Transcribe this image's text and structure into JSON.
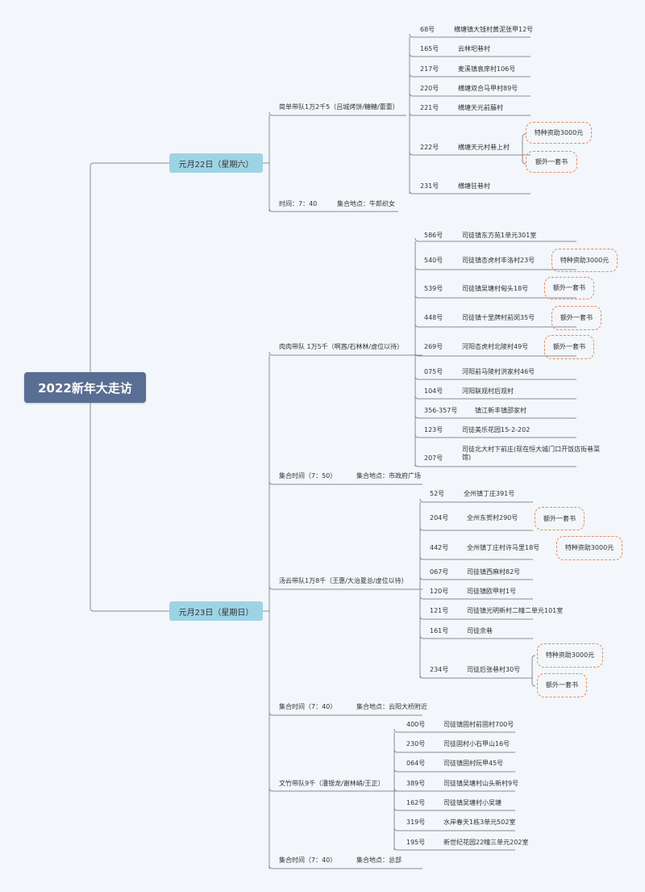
{
  "root": "2022新年大走访",
  "days": [
    {
      "label": "元月22日（星期六）",
      "teams": [
        {
          "label": "简单带队1万2千5（吕城烤饼/糖糖/蕾蕾）",
          "items": [
            {
              "num": "68号",
              "addr": "横塘镇大钱村黄泥张甲12号",
              "tags": []
            },
            {
              "num": "165号",
              "addr": "云林圯巷村",
              "tags": []
            },
            {
              "num": "217号",
              "addr": "麦溪镇袁庠村106号",
              "tags": []
            },
            {
              "num": "220号",
              "addr": "横塘双合马甲村89号",
              "tags": []
            },
            {
              "num": "221号",
              "addr": "横塘天元前藤村",
              "tags": []
            },
            {
              "num": "222号",
              "addr": "横塘天元村巷上村",
              "tags": [
                "特种资助3000元",
                "额外一套书"
              ]
            },
            {
              "num": "231号",
              "addr": "横塘驻巷村",
              "tags": []
            }
          ]
        }
      ],
      "meet": {
        "time": "时间：7：40",
        "place": "集合地点：牛郎织女"
      }
    },
    {
      "label": "元月23日（星期日）",
      "teams": [
        {
          "label": "肉肉带队 1万5千（啊茜/石林林/虚位以待）",
          "items": [
            {
              "num": "586号",
              "addr": "司徒镇东方苑1单元301室",
              "tags": []
            },
            {
              "num": "540号",
              "addr": "司徒镇杏虎村丰洛村23号",
              "tags": [
                "特种资助3000元"
              ]
            },
            {
              "num": "539号",
              "addr": "司徒镇吴塘村甸头18号",
              "tags": [
                "额外一套书"
              ]
            },
            {
              "num": "448号",
              "addr": "司徒镇十里牌村前闵35号",
              "tags": [
                "额外一套书"
              ]
            },
            {
              "num": "269号",
              "addr": "河阳杏虎村北陵村49号",
              "tags": [
                "额外一套书"
              ]
            },
            {
              "num": "075号",
              "addr": "河阳前马陵村洪家村46号",
              "tags": []
            },
            {
              "num": "104号",
              "addr": "河阳联观村后观村",
              "tags": []
            },
            {
              "num": "356-357号",
              "addr": "镇江新丰镇邵家村",
              "tags": []
            },
            {
              "num": "123号",
              "addr": "司徒美乐花园15-2-202",
              "tags": []
            },
            {
              "num": "207号",
              "addr": "司徒北大村下前庄(现在恒大城门口开饭店街巷菜馆)",
              "tags": []
            }
          ],
          "meet": {
            "time": "集合时间（7：50）",
            "place": "集合地点：市政府广场"
          }
        },
        {
          "label": "汤云带队1万8千（王惠/大治夏总/虚位以待）",
          "items": [
            {
              "num": "52号",
              "addr": "全州镇丁庄391号",
              "tags": []
            },
            {
              "num": "204号",
              "addr": "全州东贺村290号",
              "tags": [
                "额外一套书"
              ]
            },
            {
              "num": "442号",
              "addr": "全州镇丁庄村许马里18号",
              "tags": [
                "特种资助3000元"
              ]
            },
            {
              "num": "067号",
              "addr": "司徒镇西麻村82号",
              "tags": []
            },
            {
              "num": "120号",
              "addr": "司徒镇欧甲村1号",
              "tags": []
            },
            {
              "num": "121号",
              "addr": "司徒镇光明新村二幢二单元101室",
              "tags": []
            },
            {
              "num": "161号",
              "addr": "司徒余巷",
              "tags": []
            },
            {
              "num": "234号",
              "addr": "司徒后张巷村30号",
              "tags": [
                "特种资助3000元",
                "额外一套书"
              ]
            }
          ],
          "meet": {
            "time": "集合时间（7：40）",
            "place": "集合地点：云阳大桥附近"
          }
        },
        {
          "label": "文竹带队9千（潘银龙/谢林峭/王正）",
          "items": [
            {
              "num": "400号",
              "addr": "司徒镇固村前固村700号",
              "tags": []
            },
            {
              "num": "230号",
              "addr": "司徒固村小石甲山16号",
              "tags": []
            },
            {
              "num": "064号",
              "addr": "司徒镇固村阮甲45号",
              "tags": []
            },
            {
              "num": "389号",
              "addr": "司徒镇吴塘村山头新村9号",
              "tags": []
            },
            {
              "num": "162号",
              "addr": "司徒镇吴塘村小吴塘",
              "tags": []
            },
            {
              "num": "319号",
              "addr": "水岸春天1栋3单元502室",
              "tags": []
            },
            {
              "num": "195号",
              "addr": "新世纪花园22幢三单元202室",
              "tags": []
            }
          ],
          "meet": {
            "time": "集合时间（7：40）",
            "place": "集合地点：总部"
          }
        }
      ]
    }
  ],
  "colors": {
    "line": "#8a8f96",
    "root_bg": "#5a6e93",
    "day_bg": "#9ed3e6",
    "tag_border": "#e88b5a",
    "background": "#f3f6fa"
  }
}
